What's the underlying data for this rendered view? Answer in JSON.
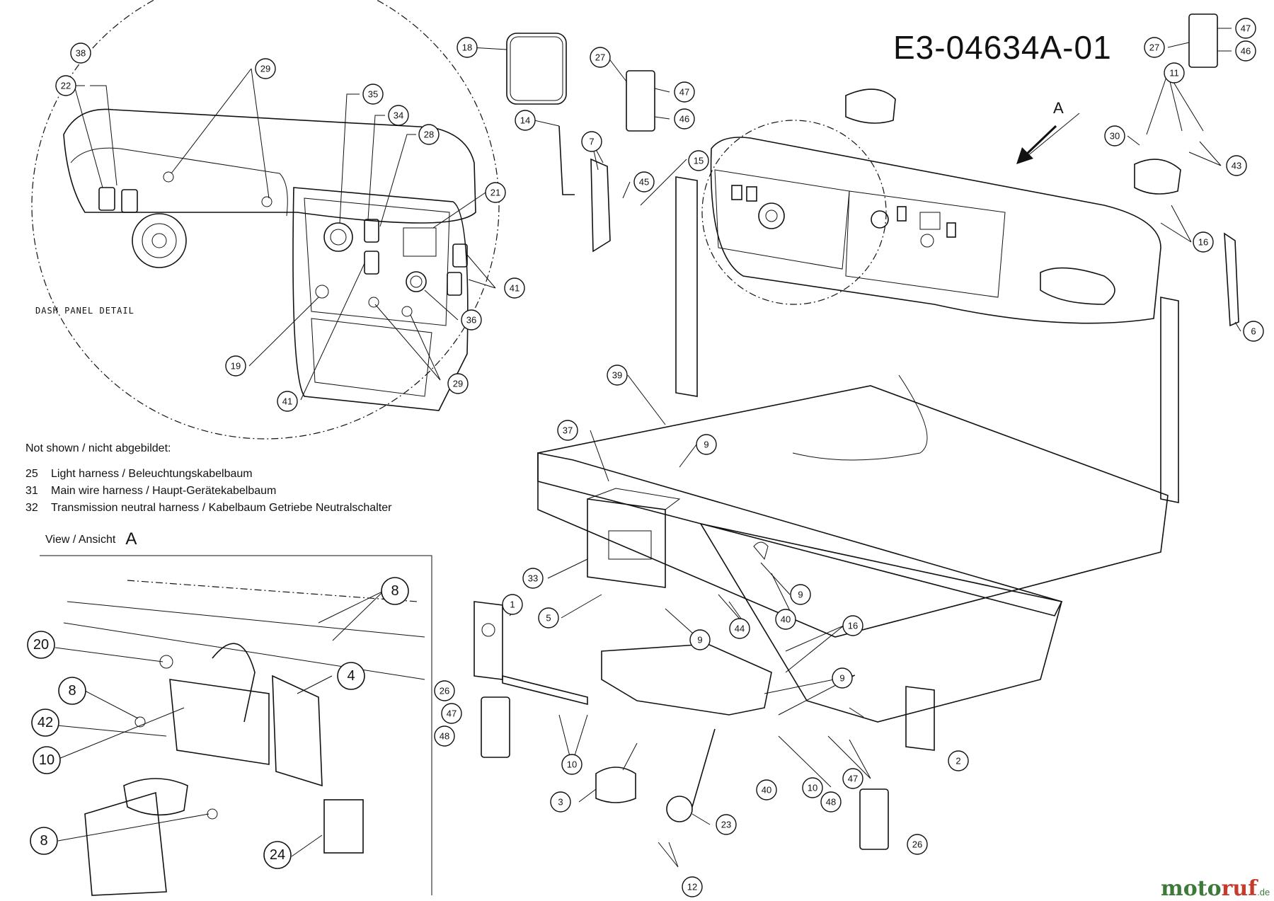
{
  "title": "E3-04634A-01",
  "detail_label": "DASH PANEL DETAIL",
  "notes": {
    "header": "Not shown / nicht abgebildet:",
    "items": [
      {
        "num": "25",
        "text": "Light harness / Beleuchtungskabelbaum"
      },
      {
        "num": "31",
        "text": "Main wire harness / Haupt-Gerätekabelbaum"
      },
      {
        "num": "32",
        "text": "Transmission neutral harness / Kabelbaum Getriebe Neutralschalter"
      }
    ]
  },
  "view": {
    "label": "View / Ansicht",
    "letter": "A"
  },
  "arrow_label": "A",
  "logo": {
    "part1": "moto",
    "part2": "ruf",
    "part3": ".de"
  },
  "callouts": [
    "38",
    "22",
    "29",
    "35",
    "34",
    "28",
    "21",
    "41",
    "36",
    "19",
    "29",
    "41",
    "18",
    "14",
    "27",
    "47",
    "46",
    "7",
    "45",
    "15",
    "27",
    "47",
    "46",
    "11",
    "30",
    "43",
    "16",
    "6",
    "39",
    "37",
    "9",
    "33",
    "5",
    "9",
    "9",
    "40",
    "44",
    "16",
    "1",
    "26",
    "47",
    "48",
    "10",
    "9",
    "2",
    "3",
    "40",
    "23",
    "12",
    "10",
    "47",
    "48",
    "26",
    "8",
    "20",
    "4",
    "8",
    "42",
    "10",
    "8",
    "24"
  ]
}
